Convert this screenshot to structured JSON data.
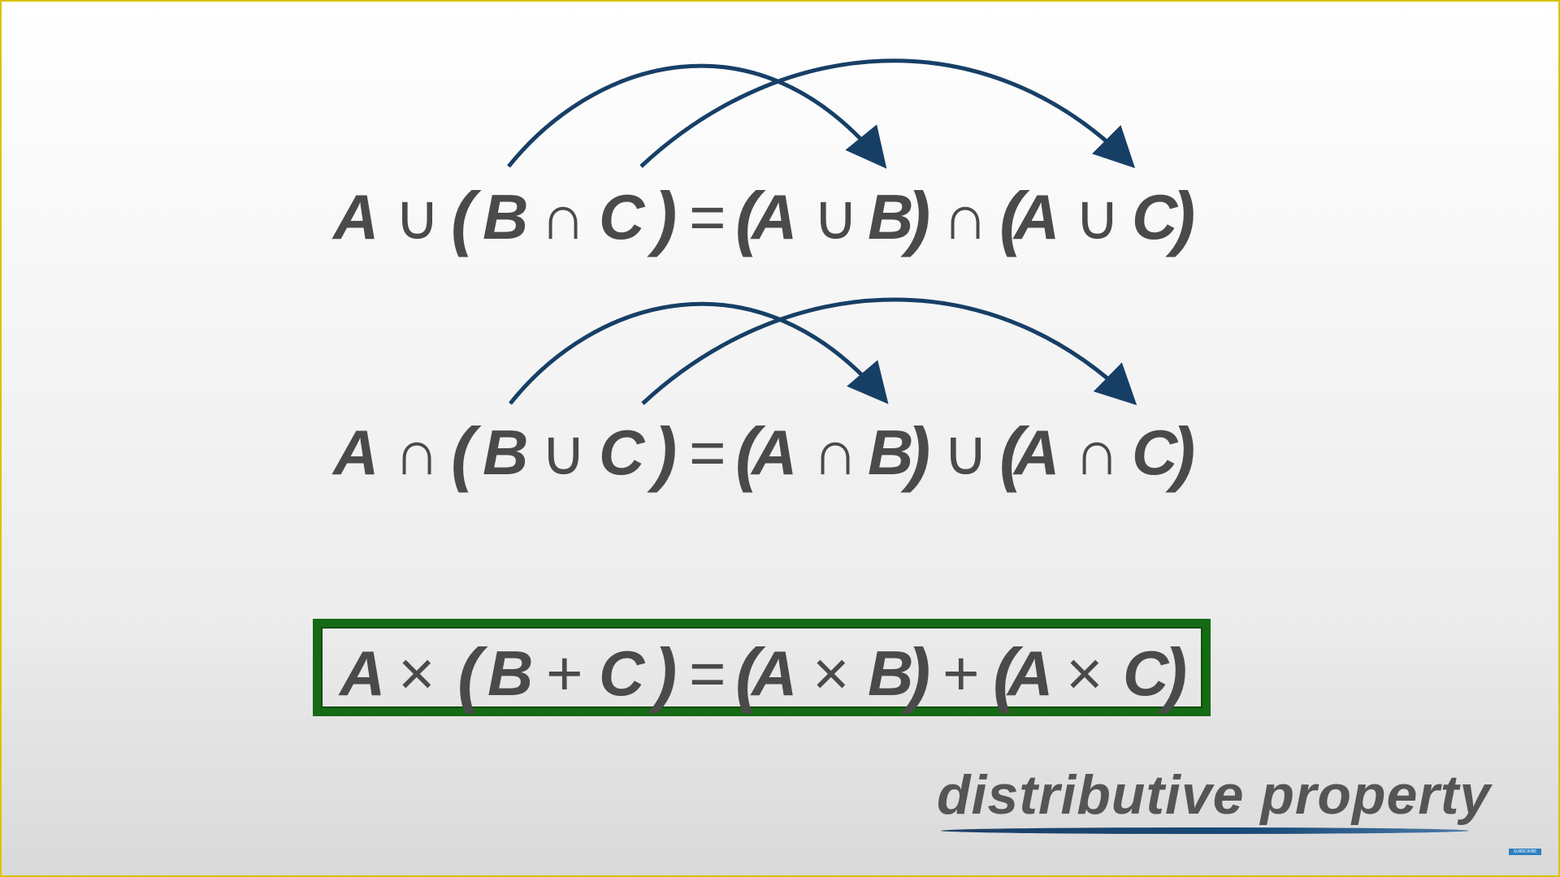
{
  "colors": {
    "text": "#4a4a4a",
    "arrow": "#173f66",
    "box_border": "#156a14",
    "underline": "#1c3f66"
  },
  "equations": [
    {
      "id": "union-over-intersection",
      "tokens": [
        "A",
        "∪",
        "(",
        "B",
        "∩",
        "C",
        ")",
        "=",
        "(",
        "A",
        "∪",
        "B",
        ")",
        "∩",
        "(",
        "A",
        "∪",
        "C",
        ")"
      ]
    },
    {
      "id": "intersection-over-union",
      "tokens": [
        "A",
        "∩",
        "(",
        "B",
        "∪",
        "C",
        ")",
        "=",
        "(",
        "A",
        "∩",
        "B",
        ")",
        "∪",
        "(",
        "A",
        "∩",
        "C",
        ")"
      ]
    },
    {
      "id": "multiplication-over-addition",
      "tokens": [
        "A",
        "×",
        "(",
        "B",
        "+",
        "C",
        ")",
        "=",
        "(",
        "A",
        "×",
        "B",
        ")",
        "+",
        "(",
        "A",
        "×",
        "C",
        ")"
      ]
    }
  ],
  "caption": "distributive property",
  "subscribe_label": "SUBSCRIBE"
}
